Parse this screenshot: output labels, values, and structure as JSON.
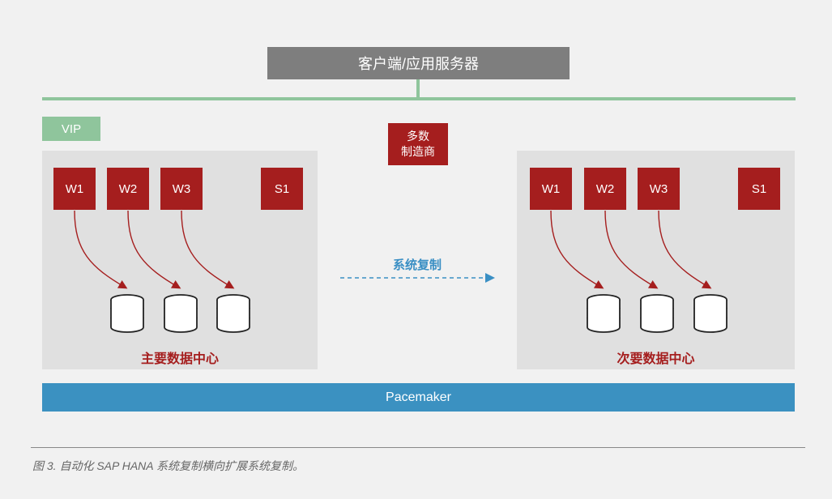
{
  "top": {
    "client_label": "客户端/应用服务器",
    "network_color": "#8fc59c"
  },
  "vip": {
    "label": "VIP"
  },
  "vendor": {
    "line1": "多数",
    "line2": "制造商"
  },
  "primary_dc": {
    "label": "主要数据中心",
    "workers": [
      "W1",
      "W2",
      "W3"
    ],
    "standby": "S1",
    "databases": 3
  },
  "secondary_dc": {
    "label": "次要数据中心",
    "workers": [
      "W1",
      "W2",
      "W3"
    ],
    "standby": "S1",
    "databases": 3
  },
  "replication": {
    "label": "系统复制"
  },
  "pacemaker": {
    "label": "Pacemaker"
  },
  "caption": "图 3. 自动化 SAP HANA 系统复制横向扩展系统复制。",
  "colors": {
    "node": "#a51e1e",
    "client": "#7e7e7e",
    "pacemaker": "#3b91c1",
    "replication": "#3a8fc4",
    "panel": "#e0e0e0",
    "background": "#f1f1f1"
  },
  "icons": {
    "database": "database-icon",
    "arrow": "curved-arrow-icon",
    "replication_arrow": "dashed-arrow-icon"
  }
}
